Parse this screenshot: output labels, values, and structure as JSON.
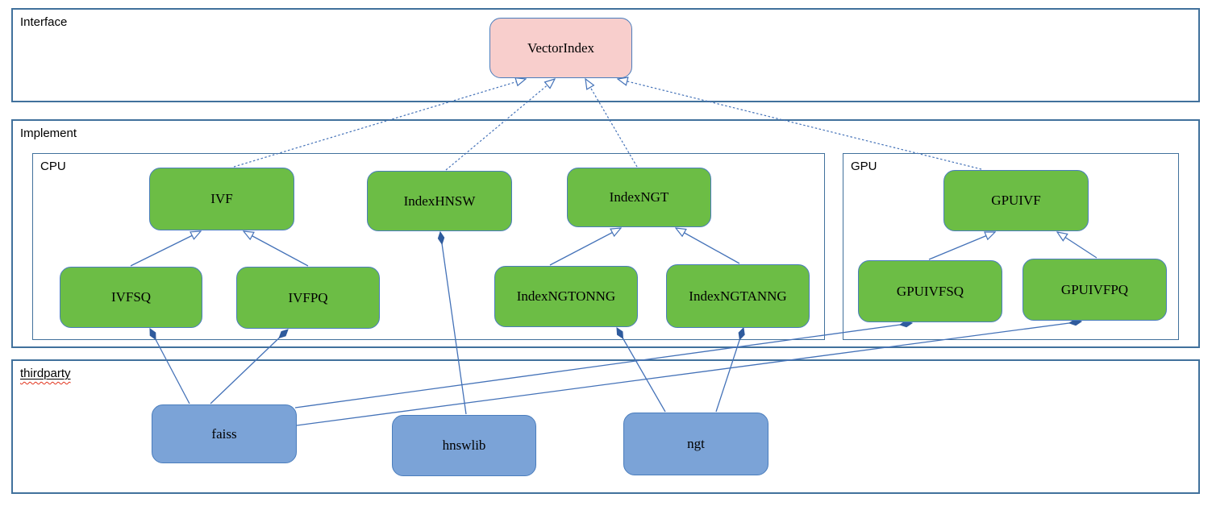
{
  "diagram": {
    "sections": [
      {
        "id": "interface",
        "label": "Interface"
      },
      {
        "id": "implement",
        "label": "Implement"
      },
      {
        "id": "cpu",
        "label": "CPU"
      },
      {
        "id": "gpu",
        "label": "GPU"
      },
      {
        "id": "thirdparty",
        "label": "thirdparty"
      }
    ],
    "nodes": [
      {
        "id": "VectorIndex",
        "label": "VectorIndex",
        "kind": "interface",
        "section": "interface"
      },
      {
        "id": "IVF",
        "label": "IVF",
        "kind": "implementation",
        "section": "cpu"
      },
      {
        "id": "IndexHNSW",
        "label": "IndexHNSW",
        "kind": "implementation",
        "section": "cpu"
      },
      {
        "id": "IndexNGT",
        "label": "IndexNGT",
        "kind": "implementation",
        "section": "cpu"
      },
      {
        "id": "IVFSQ",
        "label": "IVFSQ",
        "kind": "implementation",
        "section": "cpu"
      },
      {
        "id": "IVFPQ",
        "label": "IVFPQ",
        "kind": "implementation",
        "section": "cpu"
      },
      {
        "id": "IndexNGTONNG",
        "label": "IndexNGTONNG",
        "kind": "implementation",
        "section": "cpu"
      },
      {
        "id": "IndexNGTANNG",
        "label": "IndexNGTANNG",
        "kind": "implementation",
        "section": "cpu"
      },
      {
        "id": "GPUIVF",
        "label": "GPUIVF",
        "kind": "implementation",
        "section": "gpu"
      },
      {
        "id": "GPUIVFSQ",
        "label": "GPUIVFSQ",
        "kind": "implementation",
        "section": "gpu"
      },
      {
        "id": "GPUIVFPQ",
        "label": "GPUIVFPQ",
        "kind": "implementation",
        "section": "gpu"
      },
      {
        "id": "faiss",
        "label": "faiss",
        "kind": "thirdparty",
        "section": "thirdparty"
      },
      {
        "id": "hnswlib",
        "label": "hnswlib",
        "kind": "thirdparty",
        "section": "thirdparty"
      },
      {
        "id": "ngt",
        "label": "ngt",
        "kind": "thirdparty",
        "section": "thirdparty"
      }
    ],
    "edges": [
      {
        "from": "IVF",
        "to": "VectorIndex",
        "type": "realization"
      },
      {
        "from": "IndexHNSW",
        "to": "VectorIndex",
        "type": "realization"
      },
      {
        "from": "IndexNGT",
        "to": "VectorIndex",
        "type": "realization"
      },
      {
        "from": "GPUIVF",
        "to": "VectorIndex",
        "type": "realization"
      },
      {
        "from": "IVFSQ",
        "to": "IVF",
        "type": "generalization"
      },
      {
        "from": "IVFPQ",
        "to": "IVF",
        "type": "generalization"
      },
      {
        "from": "IndexNGTONNG",
        "to": "IndexNGT",
        "type": "generalization"
      },
      {
        "from": "IndexNGTANNG",
        "to": "IndexNGT",
        "type": "generalization"
      },
      {
        "from": "GPUIVFSQ",
        "to": "GPUIVF",
        "type": "generalization"
      },
      {
        "from": "GPUIVFPQ",
        "to": "GPUIVF",
        "type": "generalization"
      },
      {
        "from": "faiss",
        "to": "IVFSQ",
        "type": "composition"
      },
      {
        "from": "faiss",
        "to": "IVFPQ",
        "type": "composition"
      },
      {
        "from": "faiss",
        "to": "GPUIVFSQ",
        "type": "composition"
      },
      {
        "from": "faiss",
        "to": "GPUIVFPQ",
        "type": "composition"
      },
      {
        "from": "hnswlib",
        "to": "IndexHNSW",
        "type": "composition"
      },
      {
        "from": "ngt",
        "to": "IndexNGTONNG",
        "type": "composition"
      },
      {
        "from": "ngt",
        "to": "IndexNGTANNG",
        "type": "composition"
      }
    ],
    "colors": {
      "interface_fill": "#f8cecc",
      "implementation_fill": "#6cbd45",
      "thirdparty_fill": "#7ba3d7",
      "node_border": "#4a7dbd",
      "section_border": "#41719c",
      "line": "#4472b8",
      "diamond_fill": "#2f5b9d",
      "squiggle": "#e2341d",
      "text": "#000000"
    }
  }
}
